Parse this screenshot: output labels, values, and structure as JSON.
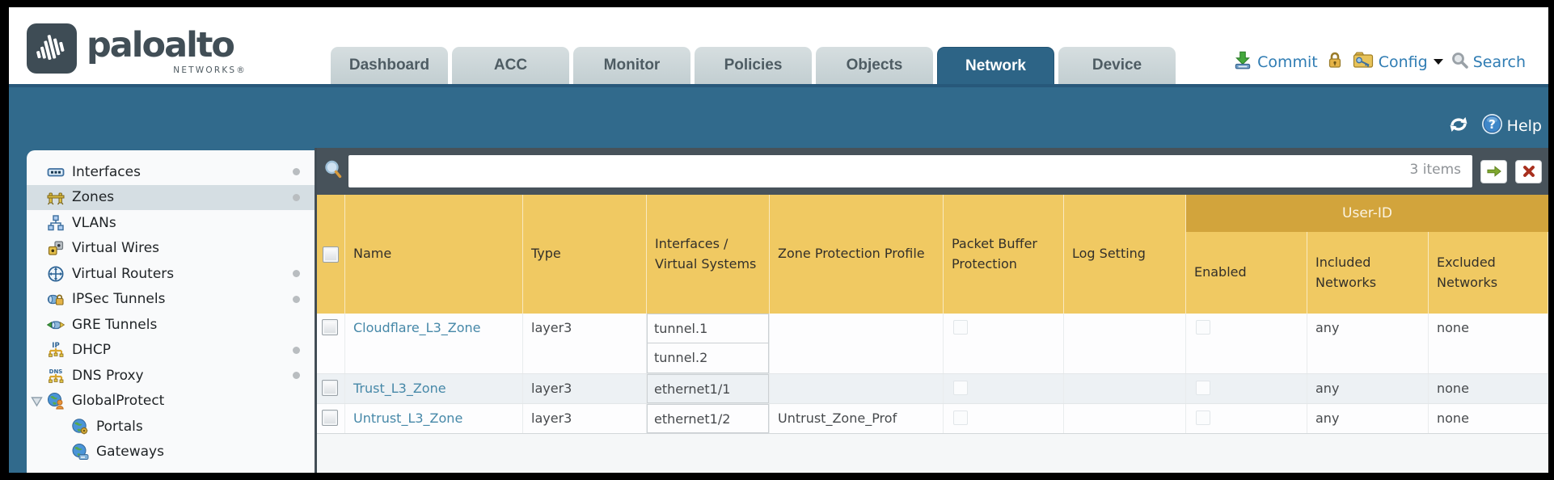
{
  "brand": {
    "wordmark": "paloalto",
    "sub": "NETWORKS®"
  },
  "nav_tabs": [
    {
      "label": "Dashboard",
      "active": false
    },
    {
      "label": "ACC",
      "active": false
    },
    {
      "label": "Monitor",
      "active": false
    },
    {
      "label": "Policies",
      "active": false
    },
    {
      "label": "Objects",
      "active": false
    },
    {
      "label": "Network",
      "active": true
    },
    {
      "label": "Device",
      "active": false
    }
  ],
  "utilities": {
    "commit": "Commit",
    "config": "Config",
    "search": "Search"
  },
  "band": {
    "help": "Help"
  },
  "sidebar": {
    "items": [
      {
        "label": "Interfaces",
        "icon": "interfaces",
        "has_status_dot": true,
        "selected": false,
        "indent": false
      },
      {
        "label": "Zones",
        "icon": "zones",
        "has_status_dot": true,
        "selected": true,
        "indent": false
      },
      {
        "label": "VLANs",
        "icon": "vlans",
        "has_status_dot": false,
        "selected": false,
        "indent": false
      },
      {
        "label": "Virtual Wires",
        "icon": "virtual-wires",
        "has_status_dot": false,
        "selected": false,
        "indent": false
      },
      {
        "label": "Virtual Routers",
        "icon": "virtual-routers",
        "has_status_dot": true,
        "selected": false,
        "indent": false
      },
      {
        "label": "IPSec Tunnels",
        "icon": "ipsec-tunnels",
        "has_status_dot": true,
        "selected": false,
        "indent": false
      },
      {
        "label": "GRE Tunnels",
        "icon": "gre-tunnels",
        "has_status_dot": false,
        "selected": false,
        "indent": false
      },
      {
        "label": "DHCP",
        "icon": "dhcp",
        "has_status_dot": true,
        "selected": false,
        "indent": false
      },
      {
        "label": "DNS Proxy",
        "icon": "dns-proxy",
        "has_status_dot": true,
        "selected": false,
        "indent": false
      },
      {
        "label": "GlobalProtect",
        "icon": "globalprotect",
        "has_status_dot": false,
        "selected": false,
        "indent": false,
        "expanded": true
      },
      {
        "label": "Portals",
        "icon": "portals",
        "has_status_dot": false,
        "selected": false,
        "indent": true
      },
      {
        "label": "Gateways",
        "icon": "gateways",
        "has_status_dot": false,
        "selected": false,
        "indent": true
      }
    ]
  },
  "filter": {
    "value": "",
    "count": "3 items"
  },
  "table": {
    "user_id_group": "User-ID",
    "columns": [
      "Name",
      "Type",
      "Interfaces / Virtual Systems",
      "Zone Protection Profile",
      "Packet Buffer Protection",
      "Log Setting",
      "Enabled",
      "Included Networks",
      "Excluded Networks"
    ],
    "rows": [
      {
        "selected": false,
        "name": "Cloudflare_L3_Zone",
        "type": "layer3",
        "interfaces": [
          "tunnel.1",
          "tunnel.2"
        ],
        "zone_protection_profile": "",
        "packet_buffer_protection": false,
        "log_setting": "",
        "user_id_enabled": false,
        "included_networks": "any",
        "excluded_networks": "none"
      },
      {
        "selected": false,
        "name": "Trust_L3_Zone",
        "type": "layer3",
        "interfaces": [
          "ethernet1/1"
        ],
        "zone_protection_profile": "",
        "packet_buffer_protection": false,
        "log_setting": "",
        "user_id_enabled": false,
        "included_networks": "any",
        "excluded_networks": "none"
      },
      {
        "selected": false,
        "name": "Untrust_L3_Zone",
        "type": "layer3",
        "interfaces": [
          "ethernet1/2"
        ],
        "zone_protection_profile": "Untrust_Zone_Prof",
        "packet_buffer_protection": false,
        "log_setting": "",
        "user_id_enabled": false,
        "included_networks": "any",
        "excluded_networks": "none"
      }
    ]
  },
  "colors": {
    "teal_header": "#316a8c",
    "active_tab": "#2d6486",
    "filter_bar": "#47525a",
    "table_header_gold": "#f0c962",
    "user_id_band_gold": "#d2a43c",
    "link_blue": "#4688a8",
    "action_blue": "#2f7cb3"
  }
}
